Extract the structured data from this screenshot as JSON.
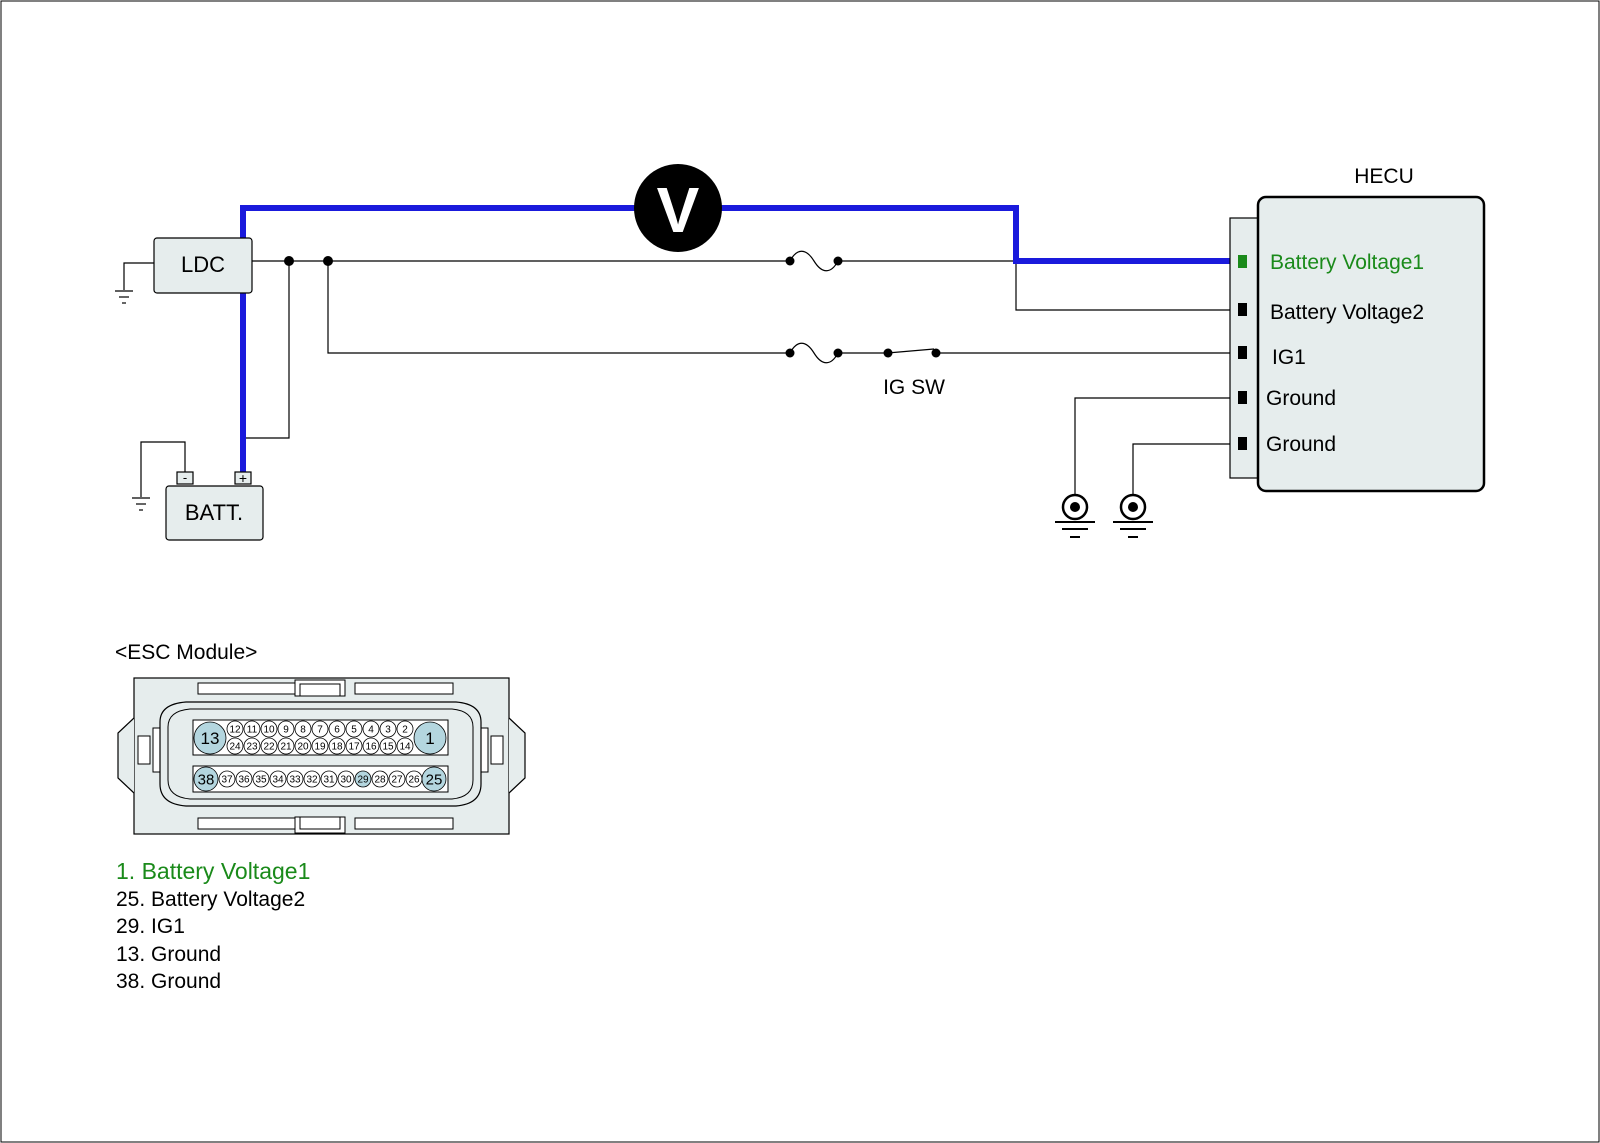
{
  "colors": {
    "highlight_wire": "#1a1adc",
    "highlight_text": "#1a8a1a",
    "box_fill": "#e6eded",
    "pin_fill": "#b4d6df"
  },
  "components": {
    "ldc": "LDC",
    "battery": "BATT.",
    "battery_minus": "-",
    "battery_plus": "+",
    "voltmeter": "V",
    "ig_switch": "IG SW",
    "hecu": "HECU"
  },
  "hecu_terminals": [
    "Battery Voltage1",
    "Battery Voltage2",
    "IG1",
    "Ground",
    "Ground"
  ],
  "connector": {
    "title": "<ESC Module>",
    "row1": [
      "13",
      "12",
      "11",
      "10",
      "9",
      "8",
      "7",
      "6",
      "5",
      "4",
      "3",
      "2",
      "1"
    ],
    "row2": [
      "24",
      "23",
      "22",
      "21",
      "20",
      "19",
      "18",
      "17",
      "16",
      "15",
      "14"
    ],
    "row3": [
      "38",
      "37",
      "36",
      "35",
      "34",
      "33",
      "32",
      "31",
      "30",
      "29",
      "28",
      "27",
      "26",
      "25"
    ],
    "highlighted_pins": [
      "13",
      "1",
      "38",
      "29",
      "25"
    ]
  },
  "pin_list": [
    "1. Battery Voltage1",
    "25. Battery Voltage2",
    "29. IG1",
    "13. Ground",
    "38. Ground"
  ]
}
